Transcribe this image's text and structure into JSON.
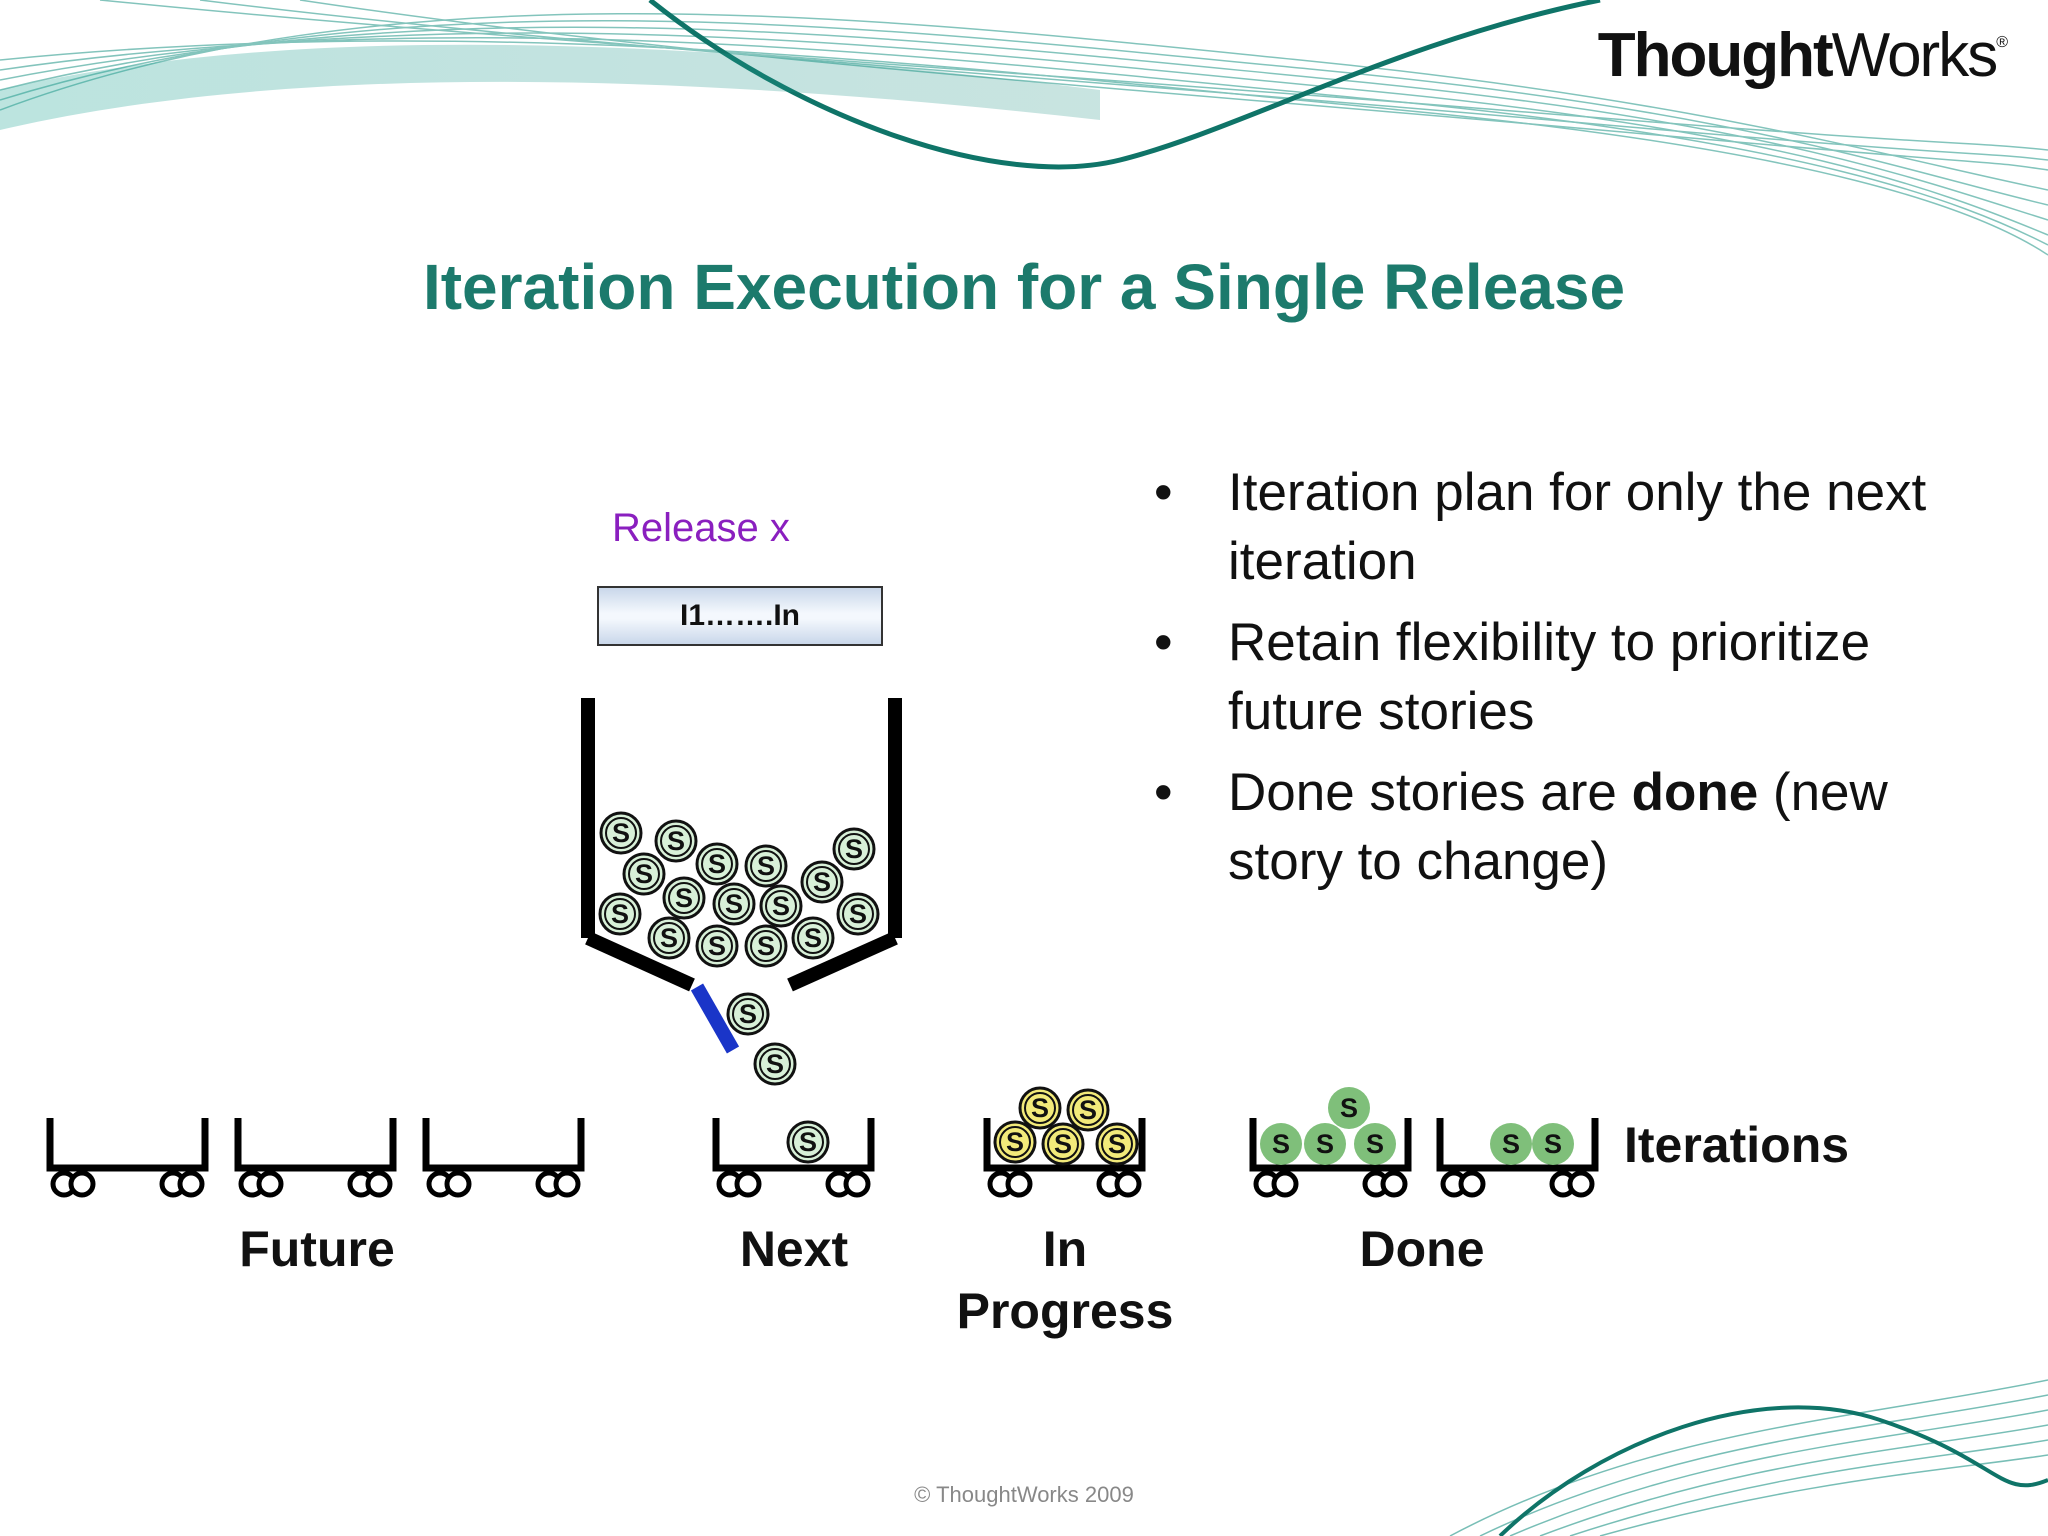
{
  "logo": {
    "bold_part": "Thought",
    "regular_part": "Works",
    "mark": "®"
  },
  "title": "Iteration Execution for a Single Release",
  "diagram": {
    "release_label": "Release x",
    "iterations_box": "I1…….In",
    "story_symbol": "S",
    "stage_labels": {
      "future": "Future",
      "next": "Next",
      "in_progress": "In Progress",
      "done": "Done",
      "iterations": "Iterations"
    },
    "colors": {
      "hopper": "#000000",
      "gate": "#1a35c8",
      "story_pending": "#d8f0d8",
      "story_in_progress": "#f2ea7a",
      "story_done": "#7fbf7a"
    }
  },
  "bullets": [
    {
      "text": "Iteration plan for only the next iteration",
      "bold": "",
      "after": ""
    },
    {
      "text": "Retain flexibility to prioritize future stories",
      "bold": "",
      "after": ""
    },
    {
      "text": "Done stories are ",
      "bold": "done",
      "after": " (new story to change)"
    }
  ],
  "footer": {
    "copyright": "© ThoughtWorks 2009"
  }
}
